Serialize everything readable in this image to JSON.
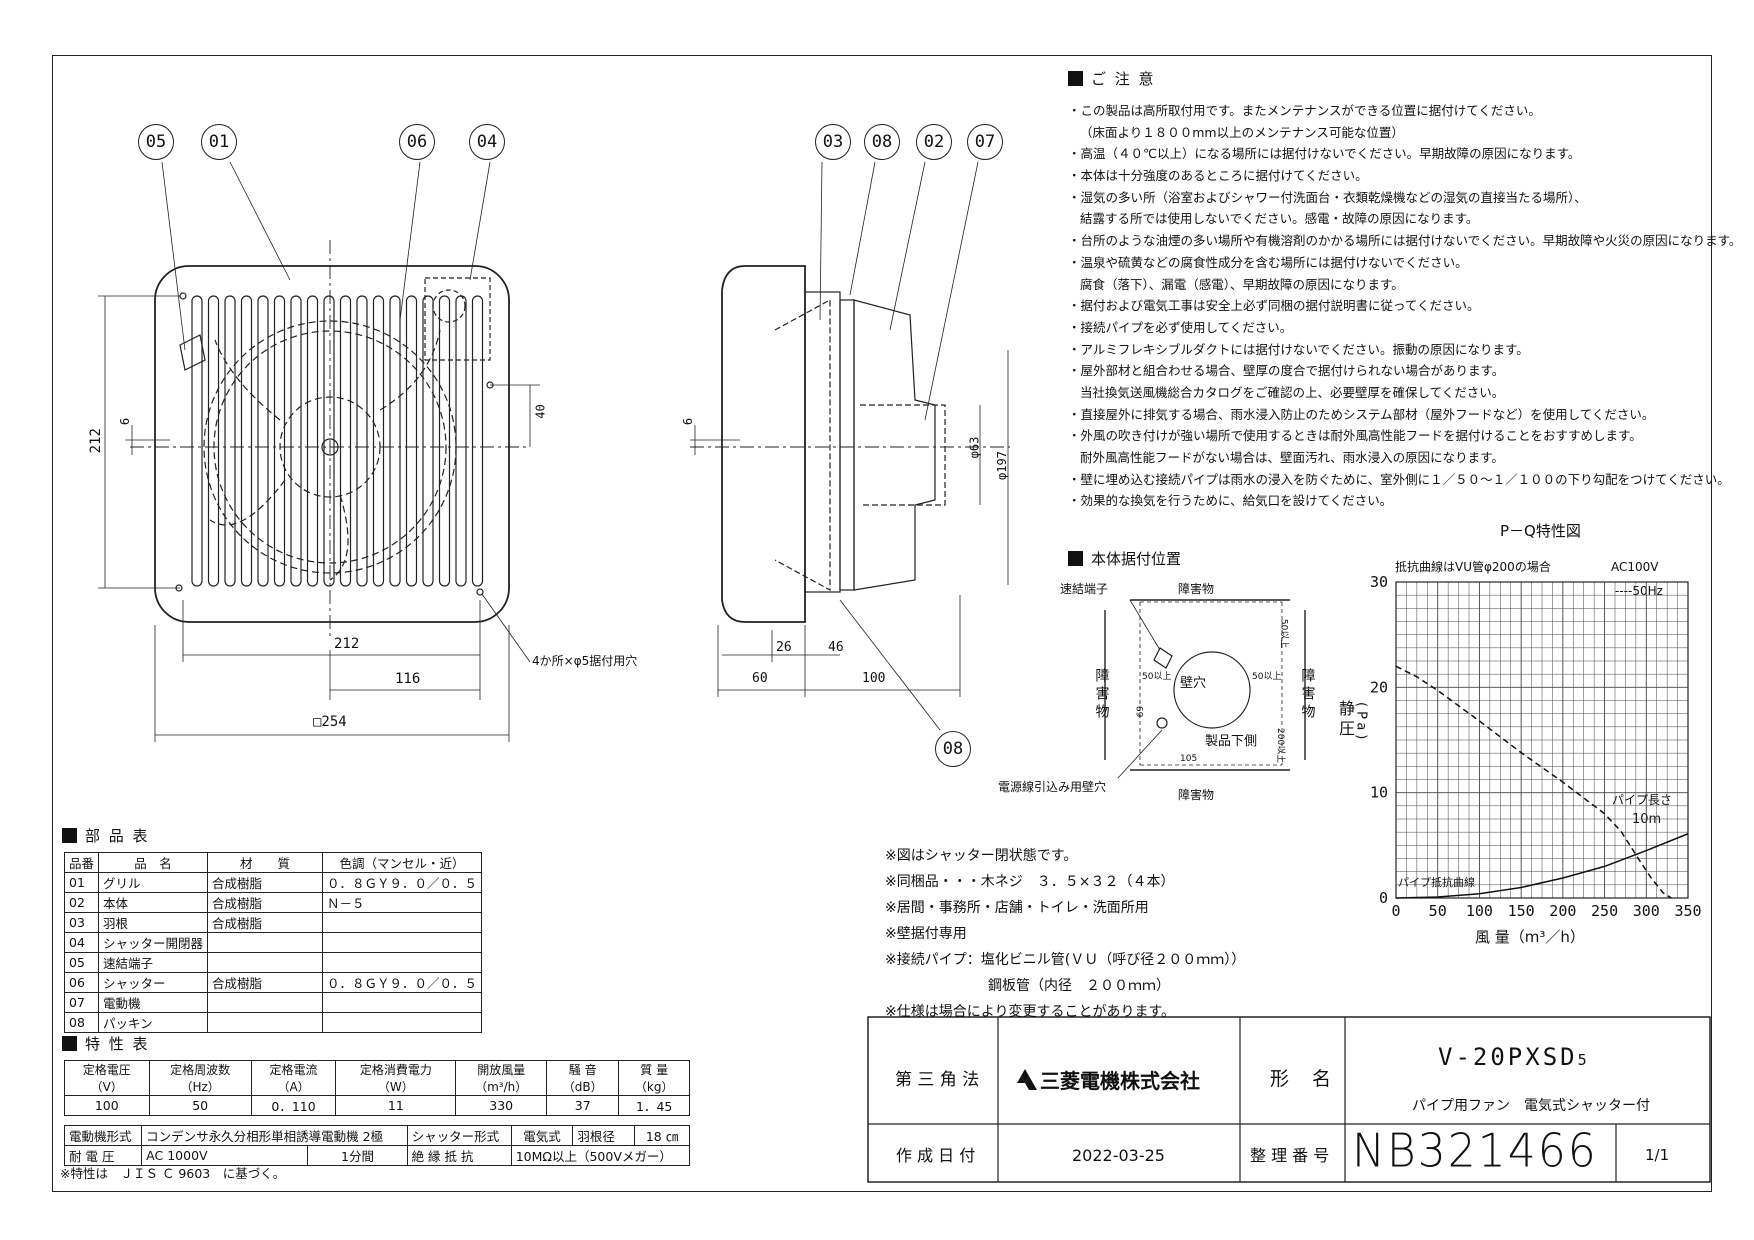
{
  "notes": {
    "title": "ご 注 意",
    "lines": [
      "・この製品は高所取付用です。またメンテナンスができる位置に据付けてください。",
      "（床面より１８００mm以上のメンテナンス可能な位置）",
      "・高温（４０℃以上）になる場所には据付けないでください。早期故障の原因になります。",
      "・本体は十分強度のあるところに据付けてください。",
      "・湿気の多い所（浴室およびシャワー付洗面台・衣類乾燥機などの湿気の直接当たる場所）、",
      "結露する所では使用しないでください。感電・故障の原因になります。",
      "・台所のような油煙の多い場所や有機溶剤のかかる場所には据付けないでください。早期故障や火災の原因になります。",
      "・温泉や硫黄などの腐食性成分を含む場所には据付けないでください。",
      "腐食（落下）、漏電（感電）、早期故障の原因になります。",
      "・据付および電気工事は安全上必ず同梱の据付説明書に従ってください。",
      "・接続パイプを必ず使用してください。",
      "・アルミフレキシブルダクトには据付けないでください。振動の原因になります。",
      "・屋外部材と組合わせる場合、壁厚の度合で据付けられない場合があります。",
      "当社換気送風機総合カタログをご確認の上、必要壁厚を確保してください。",
      "・直接屋外に排気する場合、雨水浸入防止のためシステム部材（屋外フードなど）を使用してください。",
      "・外風の吹き付けが強い場所で使用するときは耐外風高性能フードを据付けることをおすすめします。",
      "耐外風高性能フードがない場合は、壁面汚れ、雨水浸入の原因になります。",
      "・壁に埋め込む接続パイプは雨水の浸入を防ぐために、室外側に１／５０～１／１００の下り勾配をつけてください。",
      "・効果的な換気を行うために、給気口を設けてください。"
    ]
  },
  "balloons": {
    "front": [
      "05",
      "01",
      "06",
      "04"
    ],
    "side": [
      "03",
      "08",
      "02",
      "07"
    ],
    "bottom": "08"
  },
  "dims": {
    "front_h": "212",
    "front_6": "6",
    "front_40": "40",
    "front_w": "212",
    "front_116": "116",
    "front_254": "□254",
    "holes": "4か所×φ5据付用穴",
    "side_6": "6",
    "side_63": "φ63",
    "side_197": "φ197",
    "side_26": "26",
    "side_46": "46",
    "side_60": "60",
    "side_100": "100"
  },
  "mount": {
    "title": "本体据付位置",
    "connector": "速結端子",
    "obstacle": "障害物",
    "obstacle_v": "障害物",
    "wall_hole": "壁穴",
    "under": "製品下側",
    "power_hole": "電源線引込み用壁穴",
    "d50_top": "50以上",
    "d50_left": "50以上",
    "d50_right": "50以上",
    "d200": "200以上",
    "d69": "69",
    "d105": "105"
  },
  "chart_data": {
    "type": "line",
    "title": "P－Q特性図",
    "subtitle": "抵抗曲線はVU管φ200の場合",
    "voltage": "AC100V",
    "legend": "----50Hz",
    "xlabel": "風 量（m³／h）",
    "ylabel_v": "静圧",
    "ylabel_u": "(Pa)",
    "xlim": [
      0,
      350
    ],
    "ylim": [
      0,
      30
    ],
    "xticks": [
      "0",
      "50",
      "100",
      "150",
      "200",
      "250",
      "300",
      "350"
    ],
    "yticks": [
      "0",
      "10",
      "20",
      "30"
    ],
    "series": [
      {
        "name": "50Hz",
        "x": [
          0,
          25,
          50,
          100,
          150,
          200,
          250,
          270,
          290,
          305,
          320,
          330
        ],
        "y": [
          22,
          21,
          19.7,
          16.8,
          13.8,
          11,
          8,
          6.3,
          3.8,
          2,
          0.5,
          0
        ],
        "dash": true
      },
      {
        "name": "パイプ抵抗曲線",
        "x": [
          0,
          50,
          100,
          150,
          200,
          250,
          300,
          350
        ],
        "y": [
          0,
          0.1,
          0.4,
          1,
          1.9,
          3,
          4.5,
          6.1
        ],
        "dash": false
      }
    ],
    "annot_pipe": "パイプ長さ",
    "annot_10m": "10m",
    "annot_resist": "パイプ抵抗曲線"
  },
  "misc_notes": [
    "※図はシャッター閉状態です。",
    "※同梱品・・・木ネジ　３．５×３２（４本）",
    "※居間・事務所・店舗・トイレ・洗面所用",
    "※壁据付専用",
    "※接続パイプ：塩化ビニル管(ＶＵ（呼び径２００ｍｍ））",
    "鋼板管（内径　２００ｍｍ）",
    "※仕様は場合により変更することがあります。"
  ],
  "parts": {
    "title": "部 品 表",
    "headers": [
      "品番",
      "品　名",
      "材　　質",
      "色調（マンセル・近）"
    ],
    "rows": [
      [
        "01",
        "グリル",
        "合成樹脂",
        "０．８ＧＹ９．０／０．５"
      ],
      [
        "02",
        "本体",
        "合成樹脂",
        "Ｎ－５"
      ],
      [
        "03",
        "羽根",
        "合成樹脂",
        ""
      ],
      [
        "04",
        "シャッター開閉器",
        "",
        ""
      ],
      [
        "05",
        "速結端子",
        "",
        ""
      ],
      [
        "06",
        "シャッター",
        "合成樹脂",
        "０．８ＧＹ９．０／０．５"
      ],
      [
        "07",
        "電動機",
        "",
        ""
      ],
      [
        "08",
        "パッキン",
        "",
        ""
      ]
    ]
  },
  "specs": {
    "title": "特 性 表",
    "headers": [
      [
        "定格電圧",
        "（V）"
      ],
      [
        "定格周波数",
        "（Hz）"
      ],
      [
        "定格電流",
        "（A）"
      ],
      [
        "定格消費電力",
        "（W）"
      ],
      [
        "開放風量",
        "（m³/h）"
      ],
      [
        "騒 音",
        "（dB）"
      ],
      [
        "質 量",
        "（kg）"
      ]
    ],
    "values": [
      "100",
      "50",
      "0．110",
      "11",
      "330",
      "37",
      "1．45"
    ],
    "motor_label": "電動機形式",
    "motor_value": "コンデンサ永久分相形単相誘導電動機 2極",
    "shutter_label": "シャッター形式",
    "shutter_value": "電気式",
    "blade_label": "羽根径",
    "blade_value": "18 ㎝",
    "withstand_label": "耐 電 圧",
    "withstand_value": "AC 1000V",
    "withstand_time": "1分間",
    "insul_label": "絶 縁 抵 抗",
    "insul_value": "10MΩ以上（500Vメガー）",
    "footnote": "※特性は　ＪＩＳ Ｃ 9603　に基づく。"
  },
  "title_block": {
    "projection": "第 三 角 法",
    "company": "三菱電機株式会社",
    "model_label": "形　名",
    "model": "V-20PXSD",
    "model_suffix": "5",
    "desc": "パイプ用ファン　電気式シャッター付",
    "date_label": "作 成 日 付",
    "date": "2022-03-25",
    "num_label": "整 理 番 号",
    "num": "NB321466",
    "page": "1/1"
  }
}
